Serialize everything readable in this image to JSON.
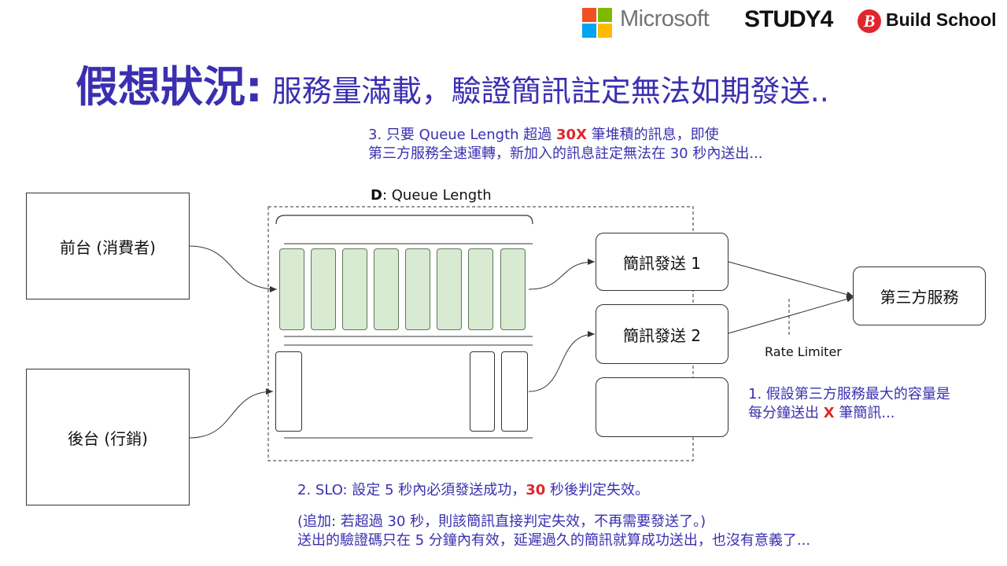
{
  "header": {
    "microsoft_logo": "Microsoft",
    "study4_logo": "STUDY4",
    "buildschool_icon": "B",
    "buildschool_logo": "Build School",
    "ms_colors": [
      "#f25022",
      "#7fba00",
      "#00a4ef",
      "#ffb900"
    ]
  },
  "title": {
    "big": "假想狀況:",
    "rest": " 服務量滿載，驗證簡訊註定無法如期發送.."
  },
  "note3": {
    "line1_pre": "3. 只要 Queue Length 超過 ",
    "line1_red": "30X",
    "line1_post": " 筆堆積的訊息，即使",
    "line2": "第三方服務全速運轉，新加入的訊息註定無法在 30 秒內送出..."
  },
  "queue": {
    "label_bold": "D",
    "label_rest": ": Queue  Length"
  },
  "boxes": {
    "front": "前台 (消費者)",
    "back": "後台 (行銷)",
    "sms1": "簡訊發送 1",
    "sms2": "簡訊發送 2",
    "third": "第三方服務",
    "rate_limiter": "Rate Limiter"
  },
  "note1": {
    "line1": "1. 假設第三方服務最大的容量是",
    "line2_pre": "每分鐘送出 ",
    "line2_red": "X",
    "line2_post": " 筆簡訊..."
  },
  "note2": {
    "line1_pre": "2. SLO: 設定 5 秒內必須發送成功，",
    "line1_red": "30",
    "line1_post": " 秒後判定失效。",
    "line2": "(追加: 若超過 30 秒，則該簡訊直接判定失效，不再需要發送了。)",
    "line3": "送出的驗證碼只在 5 分鐘內有效，延遲過久的簡訊就算成功送出，也沒有意義了..."
  },
  "colors": {
    "accent": "#3b2fb0",
    "highlight": "#e0262d",
    "queue_fill": "#d9ead3"
  }
}
